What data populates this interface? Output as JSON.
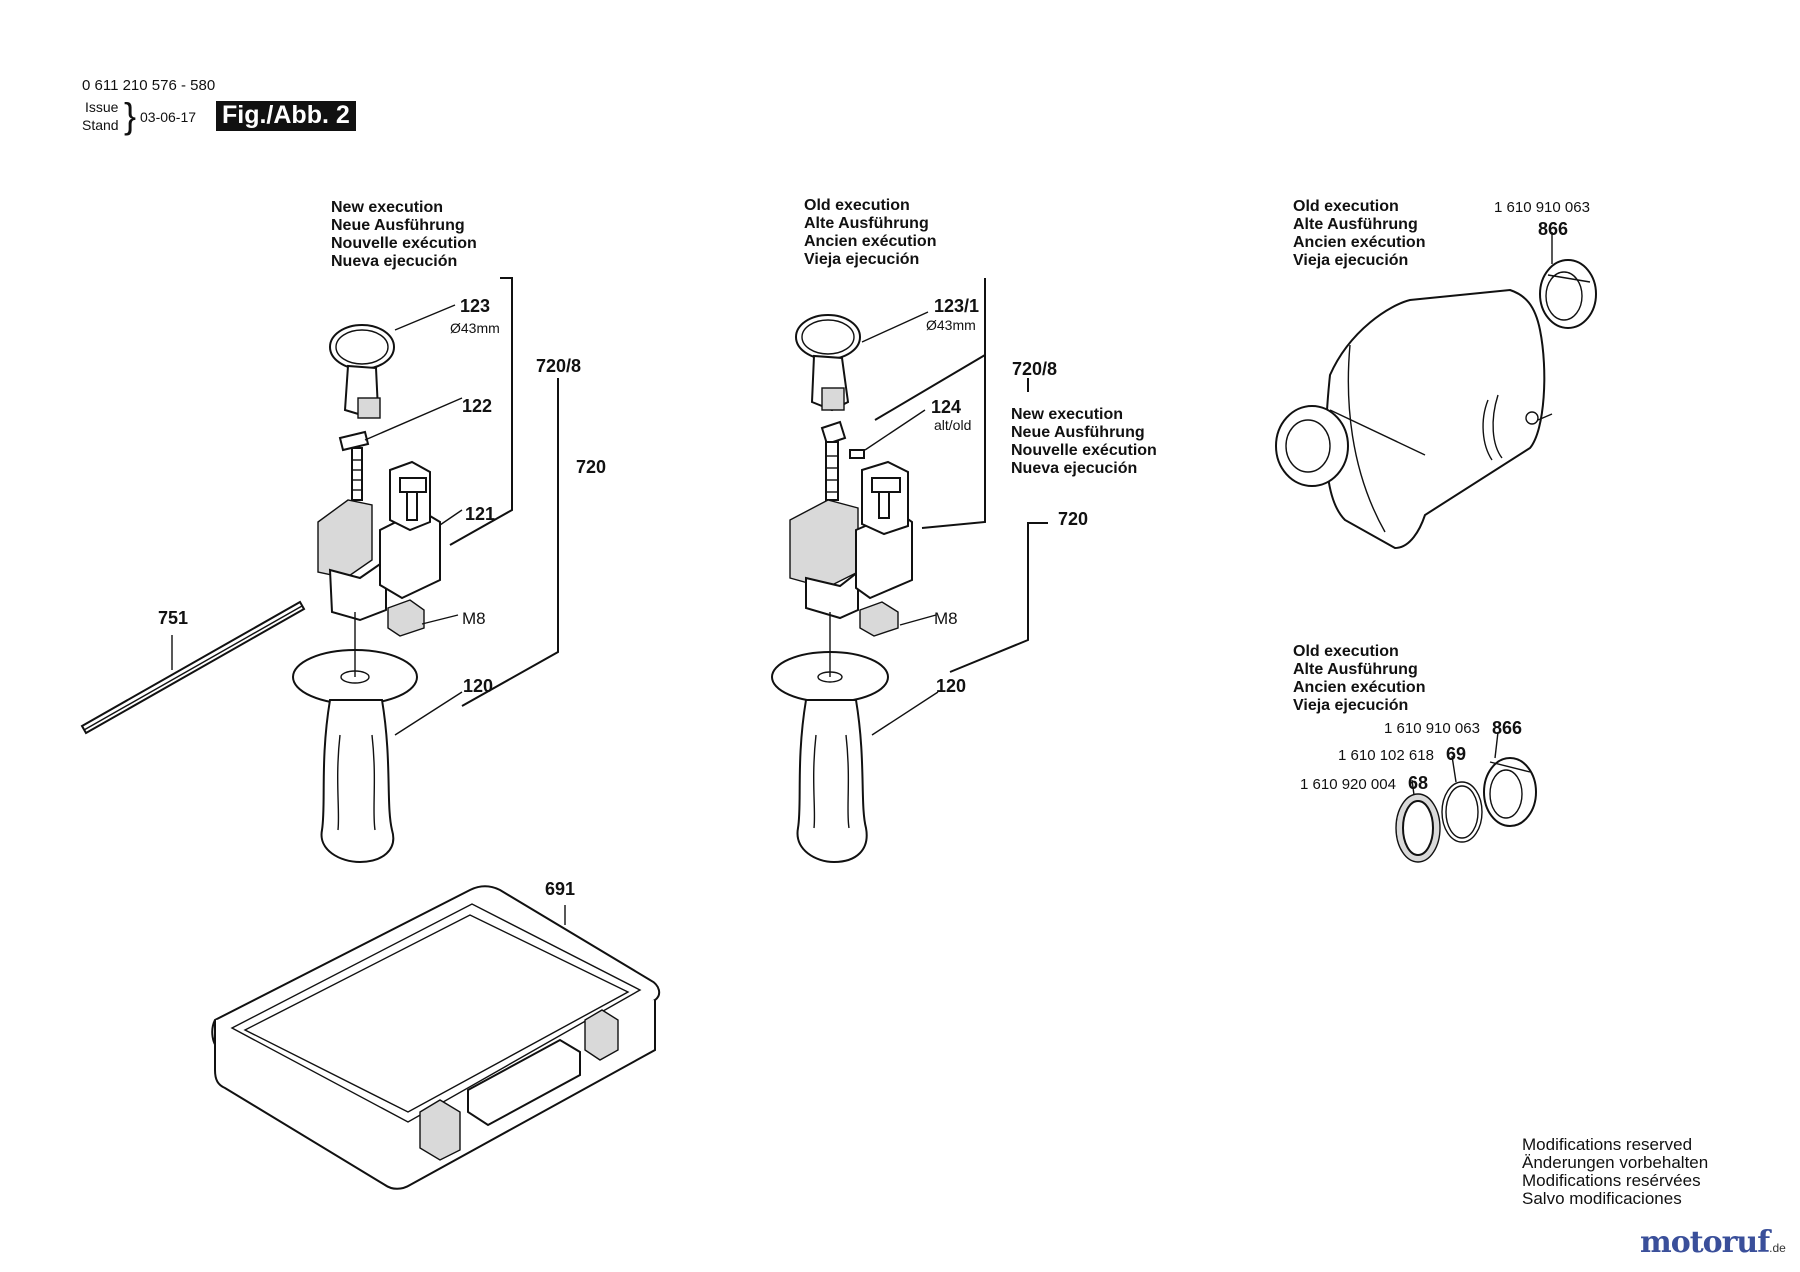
{
  "header": {
    "part_range": "0 611 210 576 - 580",
    "issue_label": "Issue",
    "stand_label": "Stand",
    "date": "03-06-17",
    "figure": "Fig./Abb. 2"
  },
  "groups": {
    "new_execution": [
      "New execution",
      "Neue Ausführung",
      "Nouvelle exécution",
      "Nueva ejecución"
    ],
    "old_execution_handle": [
      "Old execution",
      "Alte Ausführung",
      "Ancien exécution",
      "Vieja ejecución"
    ],
    "new_execution_mid": [
      "New execution",
      "Neue Ausführung",
      "Nouvelle exécution",
      "Nueva ejecución"
    ],
    "old_execution_gear": [
      "Old execution",
      "Alte Ausführung",
      "Ancien exécution",
      "Vieja ejecución"
    ],
    "old_execution_bearing": [
      "Old execution",
      "Alte Ausführung",
      "Ancien exécution",
      "Vieja ejecución"
    ]
  },
  "callouts": {
    "p123": "123",
    "p123_dim": "Ø43mm",
    "p122": "122",
    "p121": "121",
    "p720_8_left": "720/8",
    "p720_left": "720",
    "p751": "751",
    "pM8_left": "M8",
    "p120_left": "120",
    "p123_1": "123/1",
    "p123_1_dim": "Ø43mm",
    "p124": "124",
    "p124_note": "alt/old",
    "p720_8_mid": "720/8",
    "p720_mid": "720",
    "pM8_mid": "M8",
    "p120_mid": "120",
    "p691": "691",
    "p866_top": "866",
    "p866_top_pn": "1 610 910 063",
    "p866_bot": "866",
    "p866_bot_pn": "1 610 910 063",
    "p69": "69",
    "p69_pn": "1 610 102 618",
    "p68": "68",
    "p68_pn": "1 610 920 004"
  },
  "footer": {
    "modifications": [
      "Modifications reserved",
      "Änderungen vorbehalten",
      "Modifications resérvées",
      "Salvo modificaciones"
    ],
    "logo_main": "motoruf",
    "logo_tld": ".de"
  }
}
